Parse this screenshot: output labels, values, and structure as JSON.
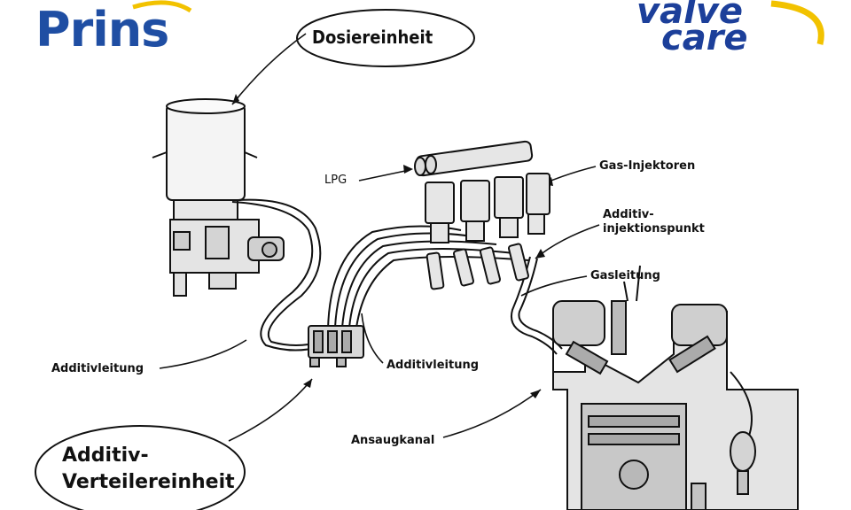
{
  "logos": {
    "prins": "Prins",
    "valvecare_line1": "valve",
    "valvecare_line2": "care"
  },
  "labels": {
    "dosiereinheit": "Dosiereinheit",
    "lpg": "LPG",
    "gas_injektoren": "Gas-Injektoren",
    "additiv_injektionspunkt_line1": "Additiv-",
    "additiv_injektionspunkt_line2": "injektionspunkt",
    "gasleitung": "Gasleitung",
    "additivleitung_left": "Additivleitung",
    "additivleitung_center": "Additivleitung",
    "ansaugkanal": "Ansaugkanal",
    "verteiler_line1": "Additiv-",
    "verteiler_line2": "Verteilereinheit"
  },
  "colors": {
    "logo_blue": "#1f4ea3",
    "logo_swoosh": "#f2c200",
    "line": "#111111"
  }
}
